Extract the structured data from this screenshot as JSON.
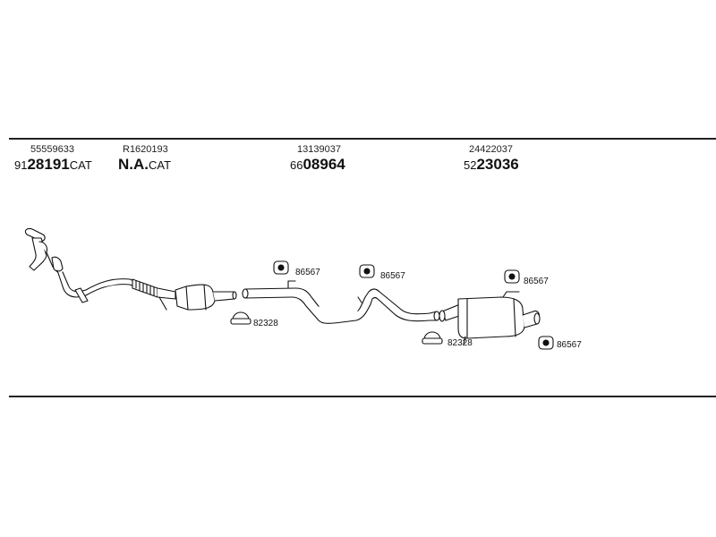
{
  "headers": [
    {
      "oem": "55559633",
      "prefix": "91",
      "number": "28191",
      "suffix": "CAT"
    },
    {
      "oem": "R1620193",
      "prefix": "",
      "number": "N.A.",
      "suffix": "CAT"
    },
    {
      "oem": "13139037",
      "prefix": "66",
      "number": "08964",
      "suffix": ""
    },
    {
      "oem": "24422037",
      "prefix": "52",
      "number": "23036",
      "suffix": ""
    }
  ],
  "callouts": {
    "hanger_1": "86567",
    "hanger_2": "86567",
    "hanger_3": "86567",
    "hanger_4": "86567",
    "clamp_1": "82328",
    "clamp_2": "82328"
  }
}
